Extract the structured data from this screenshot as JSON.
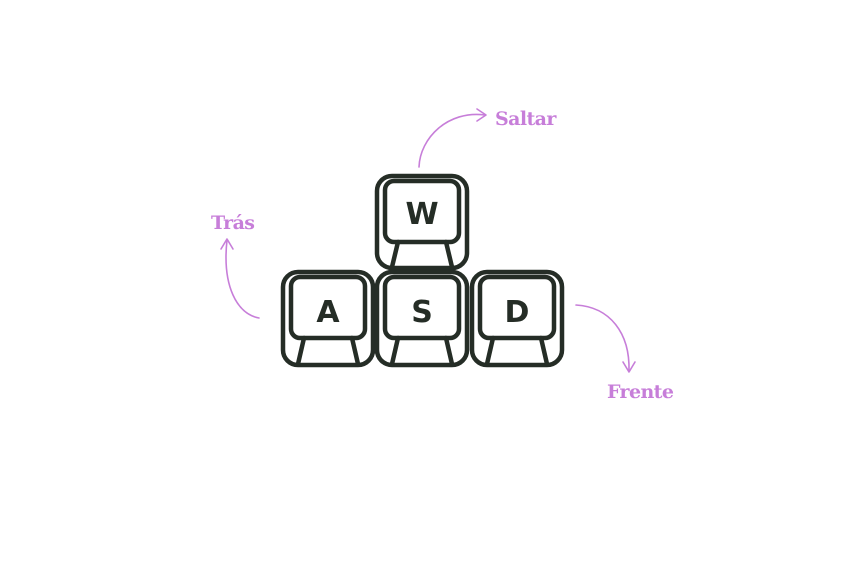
{
  "colors": {
    "key_stroke": "#252d26",
    "accent": "#c77ed9",
    "background": "#ffffff"
  },
  "keys": {
    "w": "W",
    "a": "A",
    "s": "S",
    "d": "D"
  },
  "labels": {
    "jump": "Saltar",
    "back": "Trás",
    "forward": "Frente"
  }
}
